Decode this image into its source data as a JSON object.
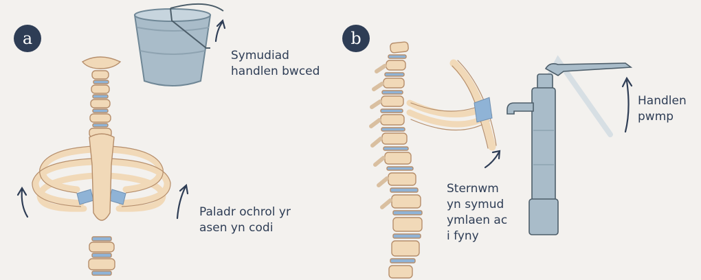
{
  "panels": {
    "a": {
      "badge": "a",
      "bucket_label": [
        "Symudiad",
        "handlen bwced"
      ],
      "rib_label": [
        "Paladr ochrol yr",
        "asen yn codi"
      ]
    },
    "b": {
      "badge": "b",
      "sternum_label": [
        "Sternwm",
        "yn symud",
        "ymlaen ac",
        "i fyny"
      ],
      "pump_label": [
        "Handlen",
        "pwmp"
      ]
    }
  },
  "colors": {
    "background": "#f3f1ee",
    "badge": "#2e3d55",
    "text": "#2e3d55",
    "bone": "#f1d9b8",
    "bone_outline": "#b58d6a",
    "disc": "#8fb3d6",
    "metal": "#9fb2bf",
    "arrow": "#2e3d55"
  }
}
